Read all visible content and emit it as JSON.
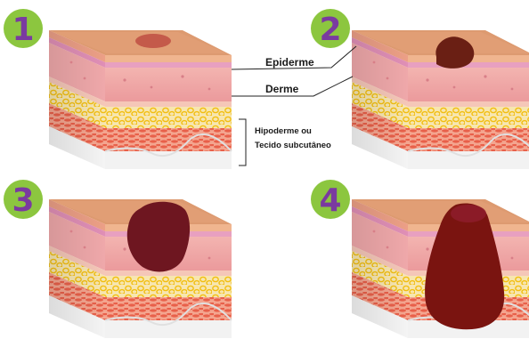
{
  "stages": [
    {
      "number": "1",
      "tumor_level": "epidermis surface"
    },
    {
      "number": "2",
      "tumor_level": "epidermis"
    },
    {
      "number": "3",
      "tumor_level": "dermis"
    },
    {
      "number": "4",
      "tumor_level": "hypodermis"
    }
  ],
  "labels": {
    "epidermis": "Epiderme",
    "dermis": "Derme",
    "hypodermis_line1": "Hipoderme ou",
    "hypodermis_line2": "Tecido subcutâneo"
  },
  "colors": {
    "badge_fill": "#8cc63f",
    "badge_text": "#7a3aa0",
    "skin_top": "#d9956b",
    "epidermis": "#f1b89a",
    "dermis": "#f0a6a4",
    "fat": "#f4d27a",
    "fat_cell": "#f6c40f",
    "muscle": "#ea7560",
    "tumor_light": "#c45a4a",
    "tumor_mid": "#6a1f14",
    "tumor_dark": "#7a1420"
  }
}
